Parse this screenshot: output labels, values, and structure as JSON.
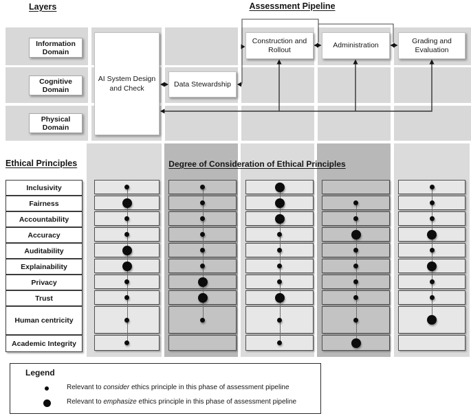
{
  "page": {
    "title_layers": "Layers",
    "title_pipeline": "Assessment Pipeline",
    "title_principles": "Ethical Principles",
    "title_degree": "Degree of Consideration of Ethical Principles"
  },
  "layers": [
    "Information Domain",
    "Cognitive Domain",
    "Physical Domain"
  ],
  "pipeline": {
    "ai_system": "AI System Design and Check",
    "data_stewardship": "Data Stewardship",
    "construction": "Construction and Rollout",
    "administration": "Administration",
    "grading": "Grading and Evaluation"
  },
  "chart_data": {
    "type": "dot-matrix",
    "title": "Degree of Consideration of Ethical Principles",
    "columns": [
      "AI System Design and Check",
      "Data Stewardship",
      "Construction and Rollout",
      "Administration",
      "Grading and Evaluation"
    ],
    "rows": [
      "Inclusivity",
      "Fairness",
      "Accountability",
      "Accuracy",
      "Auditability",
      "Explainability",
      "Privacy",
      "Trust",
      "Human centricity",
      "Academic Integrity"
    ],
    "value_legend": {
      "small": "consider",
      "big": "emphasize",
      "none": "not relevant"
    },
    "values": [
      [
        "small",
        "small",
        "big",
        "none",
        "small"
      ],
      [
        "big",
        "small",
        "big",
        "small",
        "small"
      ],
      [
        "small",
        "small",
        "big",
        "small",
        "small"
      ],
      [
        "small",
        "small",
        "small",
        "big",
        "big"
      ],
      [
        "big",
        "small",
        "small",
        "small",
        "small"
      ],
      [
        "big",
        "small",
        "small",
        "small",
        "big"
      ],
      [
        "small",
        "big",
        "small",
        "small",
        "small"
      ],
      [
        "small",
        "big",
        "big",
        "small",
        "small"
      ],
      [
        "small",
        "small",
        "small",
        "small",
        "big"
      ],
      [
        "small",
        "none",
        "small",
        "big",
        "none"
      ]
    ]
  },
  "legend": {
    "title": "Legend",
    "items": [
      {
        "dot": "small",
        "prefix": "Relevant to ",
        "em": "consider",
        "suffix": " ethics principle in this phase of assessment pipeline"
      },
      {
        "dot": "big",
        "prefix": "Relevant to ",
        "em": "emphasize",
        "suffix": " ethics principle in this phase of assessment pipeline"
      }
    ]
  },
  "colors": {
    "band_top": "#d8d8d8",
    "band_light": "#dbdbdb",
    "band_dark": "#b8b8b8",
    "cell_light": "#e7e7e7",
    "cell_dark": "#c3c3c3",
    "dot": "#0c0c0c",
    "box_bg": "#ffffff",
    "arrow": "#3a3a3a"
  }
}
